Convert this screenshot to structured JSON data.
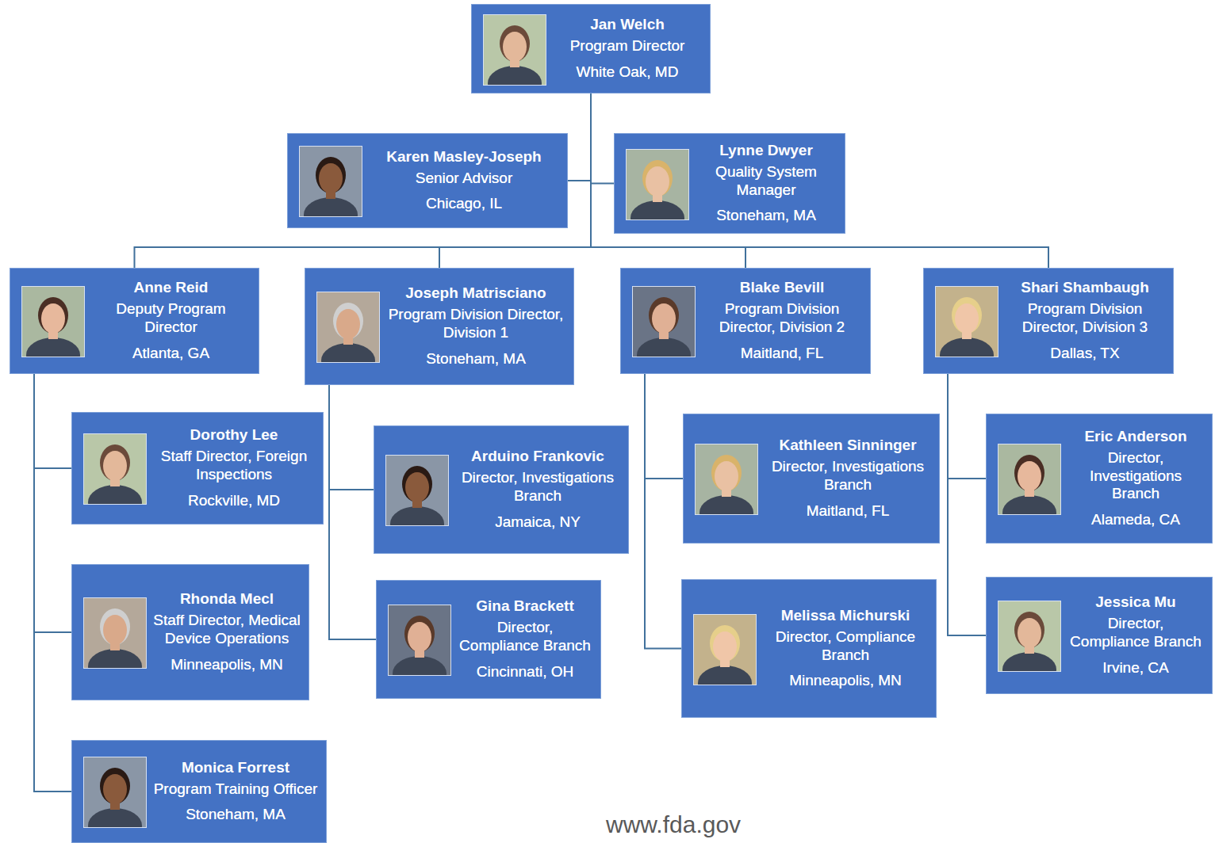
{
  "diagram": {
    "nodes": [
      {
        "text": [
          "Jan Welch",
          "Program Director",
          "White Oak, MD"
        ]
      },
      {
        "text": [
          "Karen Masley-Joseph",
          "Senior Advisor",
          "Chicago, IL"
        ]
      },
      {
        "text": [
          "Lynne Dwyer",
          "Quality System Manager",
          "Stoneham, MA"
        ]
      },
      {
        "text": [
          "Anne Reid",
          "Deputy Program Director",
          "Atlanta, GA"
        ]
      },
      {
        "text": [
          "Joseph Matrisciano",
          "Program Division Director, Division 1",
          "Stoneham, MA"
        ]
      },
      {
        "text": [
          "Blake Bevill",
          "Program Division Director, Division 2",
          "Maitland, FL"
        ]
      },
      {
        "text": [
          "Shari Shambaugh",
          "Program Division Director, Division 3",
          "Dallas, TX"
        ]
      },
      {
        "text": [
          "Dorothy Lee",
          "Staff Director, Foreign Inspections",
          "Rockville, MD"
        ]
      },
      {
        "text": [
          "Arduino Frankovic",
          "Director, Investigations Branch",
          "Jamaica, NY"
        ]
      },
      {
        "text": [
          "Kathleen Sinninger",
          "Director, Investigations Branch",
          "Maitland, FL"
        ]
      },
      {
        "text": [
          "Eric Anderson",
          "Director, Investigations Branch",
          "Alameda, CA"
        ]
      },
      {
        "text": [
          "Rhonda Mecl",
          "Staff Director, Medical Device Operations",
          "Minneapolis, MN"
        ]
      },
      {
        "text": [
          "Gina Brackett",
          "Director, Compliance Branch",
          "Cincinnati, OH"
        ]
      },
      {
        "text": [
          "Melissa Michurski",
          "Director, Compliance Branch",
          "Minneapolis, MN"
        ]
      },
      {
        "text": [
          "Jessica Mu",
          "Director, Compliance Branch",
          "Irvine, CA"
        ]
      },
      {
        "text": [
          "Monica Forrest",
          "Program Training Officer",
          "Stoneham, MA"
        ]
      }
    ],
    "edges": [
      {
        "from": 0,
        "to": 1,
        "arrow": "none"
      },
      {
        "from": 0,
        "to": 2,
        "arrow": "none"
      },
      {
        "from": 0,
        "to": 3,
        "arrow": "none"
      },
      {
        "from": 0,
        "to": 4,
        "arrow": "none"
      },
      {
        "from": 0,
        "to": 5,
        "arrow": "none"
      },
      {
        "from": 0,
        "to": 6,
        "arrow": "none"
      },
      {
        "from": 3,
        "to": 7,
        "arrow": "none"
      },
      {
        "from": 3,
        "to": 11,
        "arrow": "none"
      },
      {
        "from": 3,
        "to": 15,
        "arrow": "none"
      },
      {
        "from": 4,
        "to": 8,
        "arrow": "none"
      },
      {
        "from": 4,
        "to": 12,
        "arrow": "none"
      },
      {
        "from": 5,
        "to": 9,
        "arrow": "none"
      },
      {
        "from": 5,
        "to": 13,
        "arrow": "none"
      },
      {
        "from": 6,
        "to": 10,
        "arrow": "none"
      },
      {
        "from": 6,
        "to": 14,
        "arrow": "none"
      }
    ],
    "labels": [
      "www.fda.gov"
    ]
  }
}
